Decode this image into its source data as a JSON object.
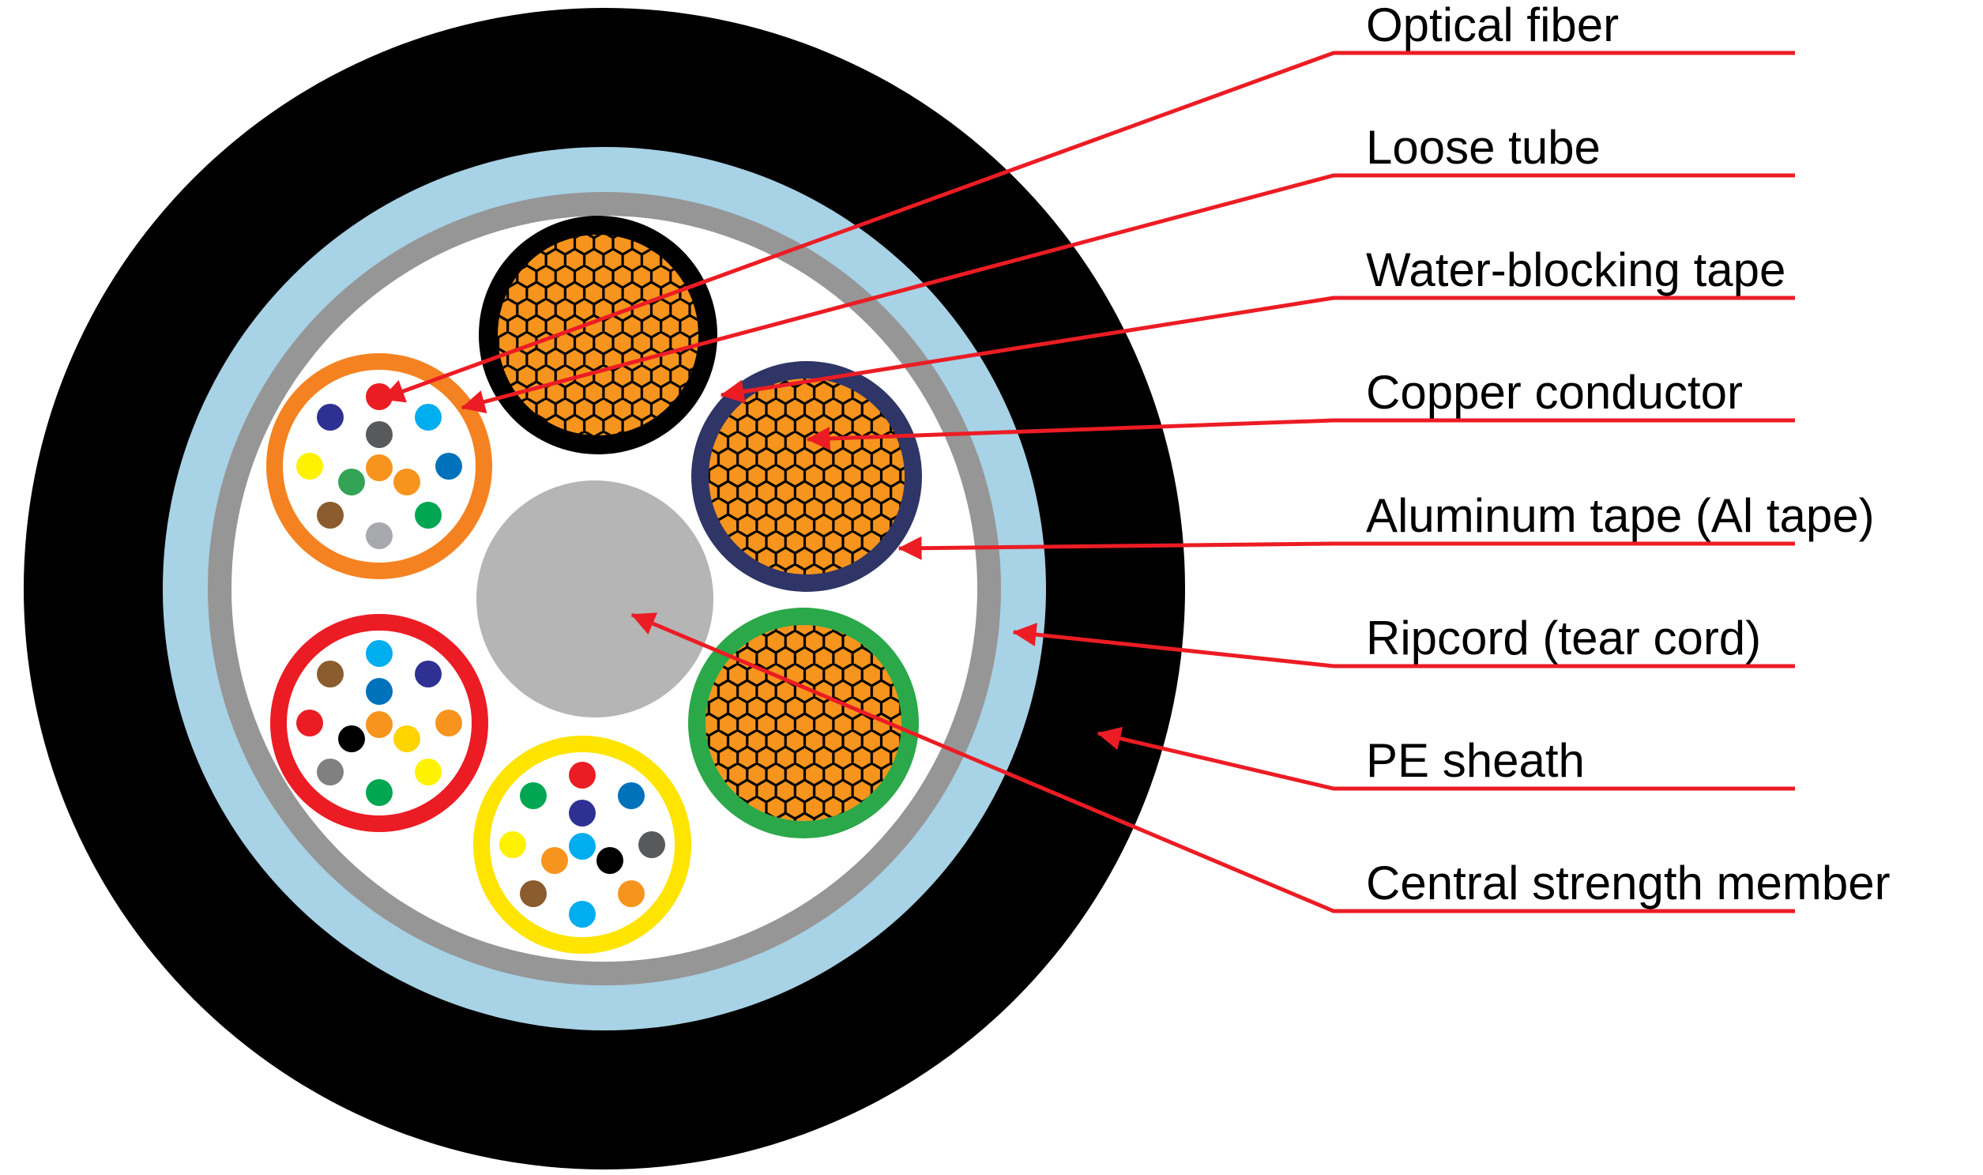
{
  "labels": [
    {
      "id": "optical-fiber",
      "text": "Optical fiber"
    },
    {
      "id": "loose-tube",
      "text": "Loose tube"
    },
    {
      "id": "water-blocking-tape",
      "text": "Water-blocking tape"
    },
    {
      "id": "copper-conductor",
      "text": "Copper conductor"
    },
    {
      "id": "aluminum-tape",
      "text": "Aluminum tape (Al tape)"
    },
    {
      "id": "ripcord",
      "text": "Ripcord (tear cord)"
    },
    {
      "id": "pe-sheath",
      "text": "PE sheath"
    },
    {
      "id": "central-strength-member",
      "text": "Central strength member"
    }
  ],
  "colors": {
    "background": "#FFFFFF",
    "annotation_red": "#EC1C24",
    "label_text": "#000000",
    "pe_sheath": "#000000",
    "water_blocking_tape": "#A8D2E6",
    "aluminum_tape": "#969696",
    "cable_interior": "#FFFFFF",
    "central_strength_member": "#B5B5B5",
    "copper": "#F7941D",
    "hex_line": "#000000"
  },
  "diagram": {
    "copper_units": [
      {
        "name": "copper-unit-top",
        "ring_color": "#000000"
      },
      {
        "name": "copper-unit-right",
        "ring_color": "#2F3566"
      },
      {
        "name": "copper-unit-bottom-right",
        "ring_color": "#2BA84A"
      }
    ],
    "loose_tubes": [
      {
        "name": "loose-tube-upper-left",
        "ring_color": "#F58220",
        "fiber_colors": [
          "#EC1C24",
          "#00AEEF",
          "#0072BC",
          "#00A651",
          "#A7A9AC",
          "#8A5C2E",
          "#FFF200",
          "#2E3192",
          "#58595B",
          "#F7941D",
          "#33A457",
          "#F7941D"
        ]
      },
      {
        "name": "loose-tube-lower-left",
        "ring_color": "#EC1C24",
        "fiber_colors": [
          "#00AEEF",
          "#2E3192",
          "#F7941D",
          "#FFF200",
          "#00A651",
          "#808080",
          "#EC1C24",
          "#8A5C2E",
          "#0072BC",
          "#FFD400",
          "#000000",
          "#F7941D"
        ]
      },
      {
        "name": "loose-tube-bottom",
        "ring_color": "#FFE400",
        "fiber_colors": [
          "#EC1C24",
          "#0072BC",
          "#58595B",
          "#F7941D",
          "#00AEEF",
          "#8A5C2E",
          "#FFF200",
          "#00A651",
          "#2E3192",
          "#000000",
          "#F7941D",
          "#00AEEF"
        ]
      }
    ]
  }
}
